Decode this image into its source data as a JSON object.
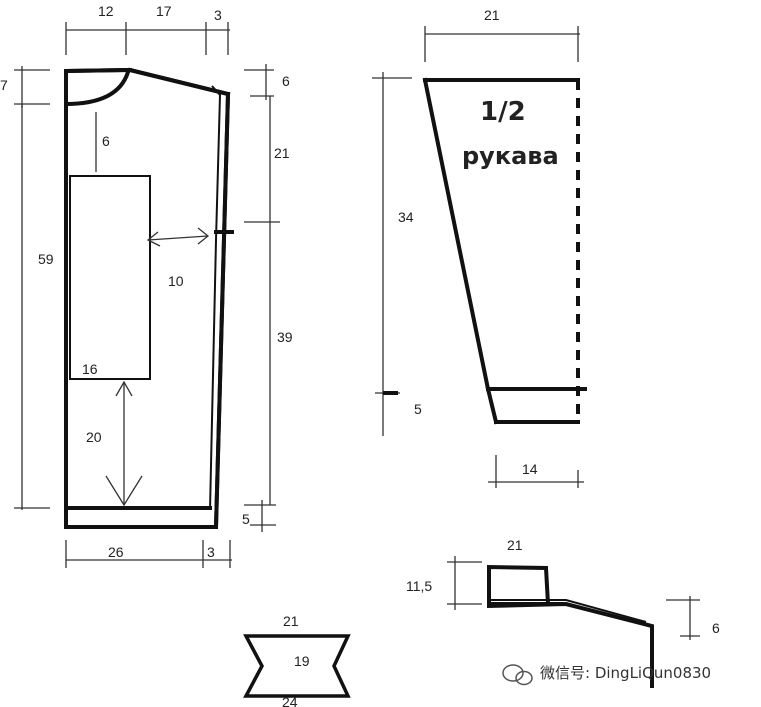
{
  "labels": {
    "back_top_12": "12",
    "back_top_17": "17",
    "back_top_3": "3",
    "back_left_7": "7",
    "back_right_6": "6",
    "back_right_21": "21",
    "back_right_39": "39",
    "back_right_5": "5",
    "back_left_59": "59",
    "pocket_6": "6",
    "pocket_10": "10",
    "pocket_16": "16",
    "pocket_20": "20",
    "back_bottom_26": "26",
    "back_bottom_3": "3",
    "sleeve_top_21": "21",
    "sleeve_34": "34",
    "sleeve_5": "5",
    "sleeve_bottom_14": "14",
    "sleeve_title_1": "1/2",
    "sleeve_title_2": "рукава",
    "collar_top_21": "21",
    "collar_11_5": "11,5",
    "collar_6": "6",
    "belt_top_21": "21",
    "belt_19": "19",
    "belt_bottom_24": "24"
  },
  "watermark": {
    "text": "微信号: DingLiQun0830"
  }
}
